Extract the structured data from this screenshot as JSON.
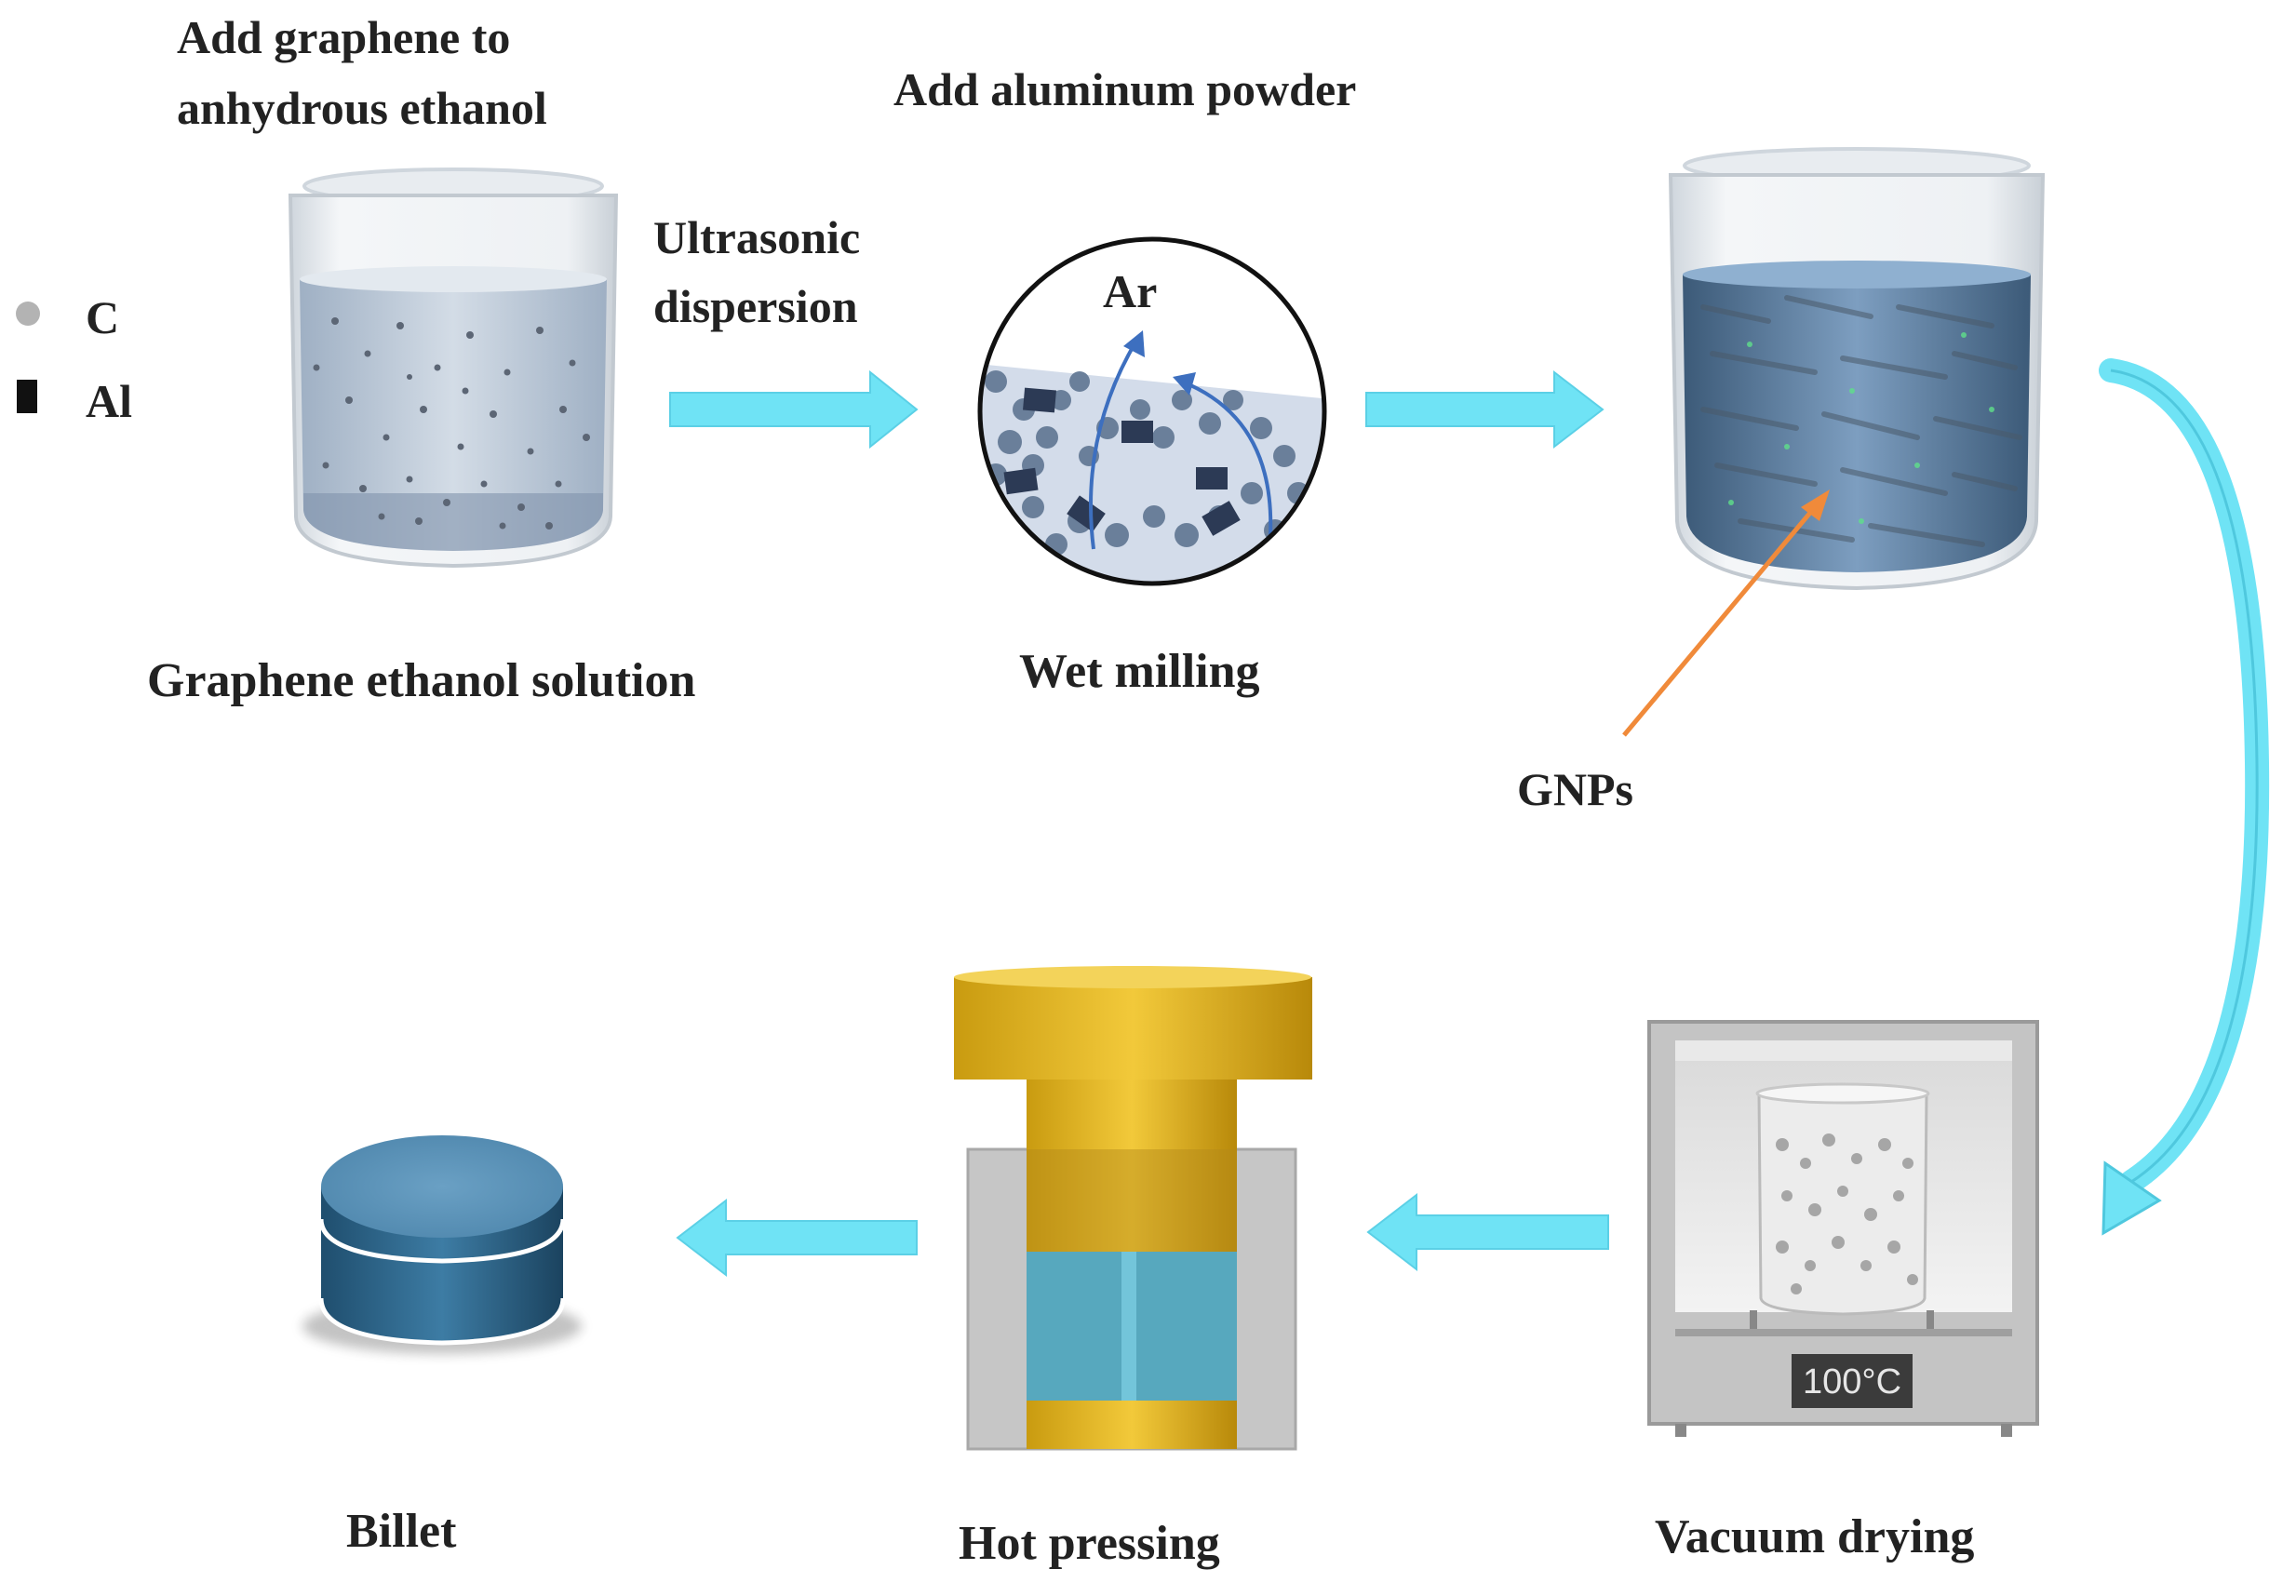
{
  "labels": {
    "add_graphene_line1": "Add graphene to",
    "add_graphene_line2": "anhydrous ethanol",
    "add_aluminum": "Add aluminum powder",
    "ultrasonic_line1": "Ultrasonic",
    "ultrasonic_line2": "dispersion",
    "argon": "Ar",
    "graphene_solution": "Graphene ethanol solution",
    "wet_milling": "Wet milling",
    "gnps": "GNPs",
    "billet": "Billet",
    "hot_pressing": "Hot pressing",
    "vacuum_drying": "Vacuum drying",
    "oven_display": "100°C"
  },
  "legend": [
    {
      "symbol": "circle",
      "label": "C"
    },
    {
      "symbol": "square",
      "label": "Al"
    }
  ],
  "colors": {
    "flow_arrow": "#6fe3f5",
    "gnps_pointer": "#f08a3a",
    "beaker_liquid": "#b9c6d6",
    "mix_liquid": "#5f7f9e",
    "press_gold": "#e1b21c",
    "press_blue": "#3f9fb8",
    "billet_blue": "#4f87ad",
    "oven_gray": "#c4c4c4"
  }
}
